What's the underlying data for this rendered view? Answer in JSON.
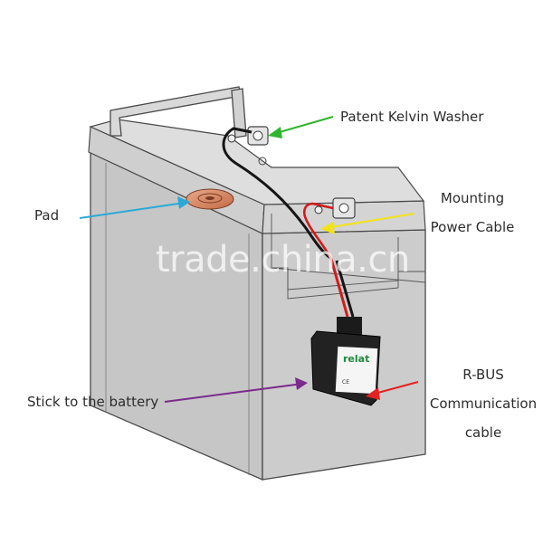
{
  "labels": {
    "washer": "Patent Kelvin Washer",
    "pad": "Pad",
    "mounting_line1": "Mounting",
    "mounting_line2": "Power Cable",
    "stick": "Stick to the battery",
    "rbus_line1": "R-BUS",
    "rbus_line2": "Communication",
    "rbus_line3": "cable"
  },
  "device": {
    "brand": "relat",
    "ce_mark": "CE"
  },
  "watermark": "trade.china.cn",
  "colors": {
    "arrow_washer": "#2fb52f",
    "arrow_pad": "#2aa9d8",
    "arrow_mount": "#f2e21a",
    "arrow_stick": "#7a2b8c",
    "arrow_rbus": "#e32222",
    "battery_fill": "#c9c9c9",
    "device_label": "#1f8a3a"
  }
}
